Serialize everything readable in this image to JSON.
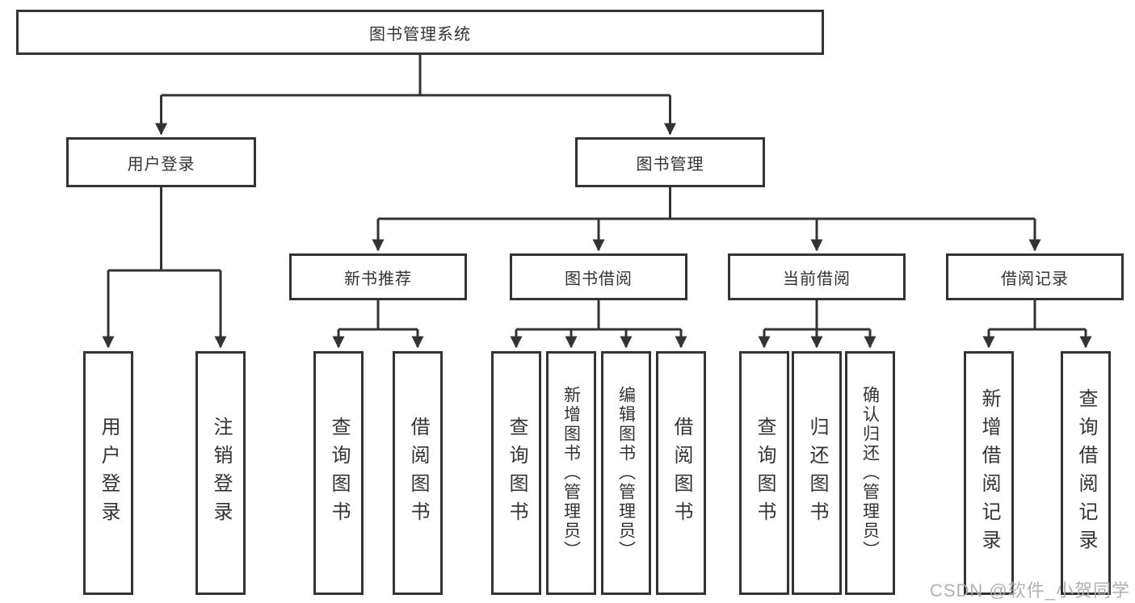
{
  "nodes": {
    "root": "图书管理系统",
    "user_login": {
      "label": "用户登录",
      "children": [
        "用户登录",
        "注销登录"
      ]
    },
    "book_management": {
      "label": "图书管理"
    },
    "new_book": {
      "label": "新书推荐",
      "children": [
        "查询图书",
        "借阅图书"
      ]
    },
    "borrow": {
      "label": "图书借阅",
      "children": [
        "查询图书",
        "新增图书（管理员）",
        "编辑图书（管理员）",
        "借阅图书"
      ]
    },
    "current": {
      "label": "当前借阅",
      "children": [
        "查询图书",
        "归还图书",
        "确认归还（管理员）"
      ]
    },
    "records": {
      "label": "借阅记录",
      "children": [
        "新增借阅记录",
        "查询借阅记录"
      ]
    }
  },
  "watermark": "CSDN @软件_小贺同学",
  "colors": {
    "line": "#333333",
    "box_border": "#333333",
    "box_background": "#ffffff",
    "text": "#333333",
    "watermark": "#adadad"
  }
}
